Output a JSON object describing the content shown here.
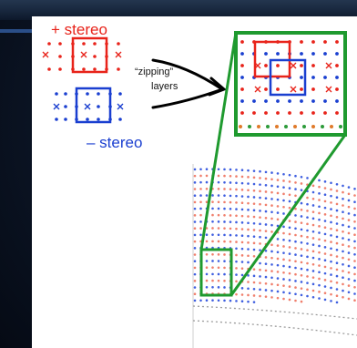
{
  "labels": {
    "plus_stereo": "+ stereo",
    "minus_stereo": "– stereo",
    "zipping_line1": "“zipping”",
    "zipping_line2": "layers"
  },
  "colors": {
    "plus_color": "#e8231a",
    "minus_color": "#1a3fd0",
    "magnify_box": "#1f9a2f",
    "background": "#0b1220"
  },
  "icons": {
    "zip_arrow": "converging-arrow-icon"
  }
}
